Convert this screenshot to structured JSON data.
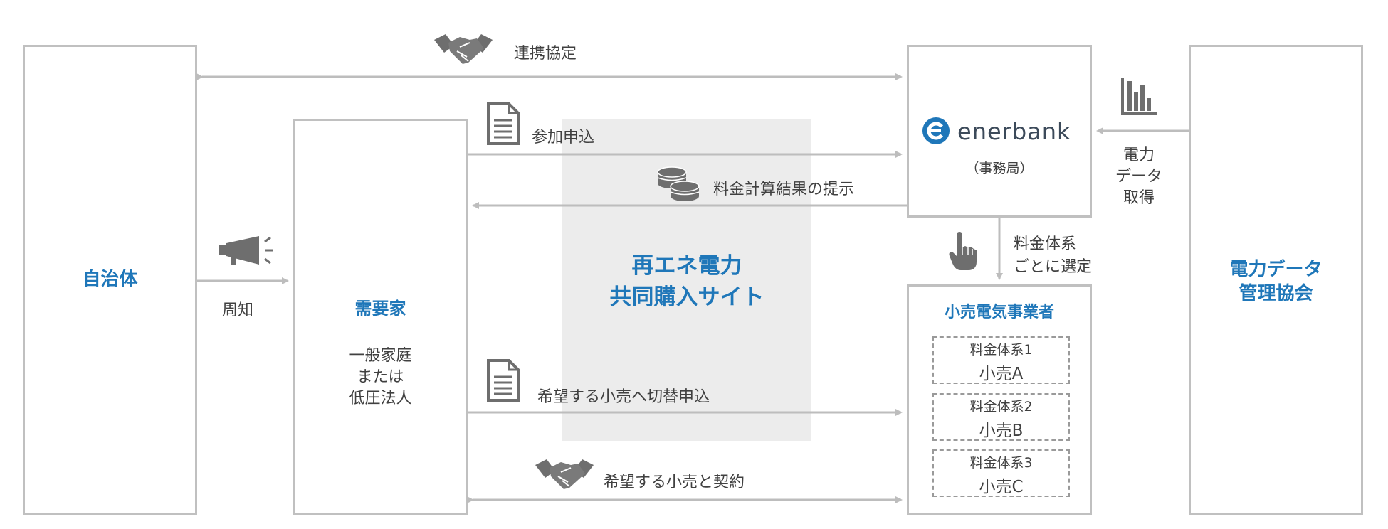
{
  "entities": {
    "municipality": "自治体",
    "consumer": {
      "title": "需要家",
      "desc": [
        "一般家庭",
        "または",
        "低圧法人"
      ]
    },
    "site": [
      "再エネ電力",
      "共同購入サイト"
    ],
    "enerbank": {
      "logo_text": "enerbank",
      "sub": "（事務局）"
    },
    "retailers": {
      "title": "小売電気事業者",
      "plans": [
        {
          "plan": "料金体系1",
          "name": "小売A"
        },
        {
          "plan": "料金体系2",
          "name": "小売B"
        },
        {
          "plan": "料金体系3",
          "name": "小売C"
        }
      ]
    },
    "data_assoc": [
      "電力データ",
      "管理協会"
    ]
  },
  "flows": {
    "partnership": "連携協定",
    "application": "参加申込",
    "fee_result": "料金計算結果の提示",
    "notice": "周知",
    "select": [
      "料金体系",
      "ごとに選定"
    ],
    "switch": "希望する小売へ切替申込",
    "contract": "希望する小売と契約",
    "data_get": [
      "電力",
      "データ",
      "取得"
    ]
  },
  "colors": {
    "accent": "#1f77b9",
    "border": "#c0c0c0",
    "arrow": "#bdbdbd",
    "icon": "#6e6e6e",
    "shade": "#ececec"
  },
  "icons": [
    "handshake-icon",
    "document-icon",
    "coins-icon",
    "megaphone-icon",
    "bar-chart-icon",
    "pointer-hand-icon"
  ]
}
